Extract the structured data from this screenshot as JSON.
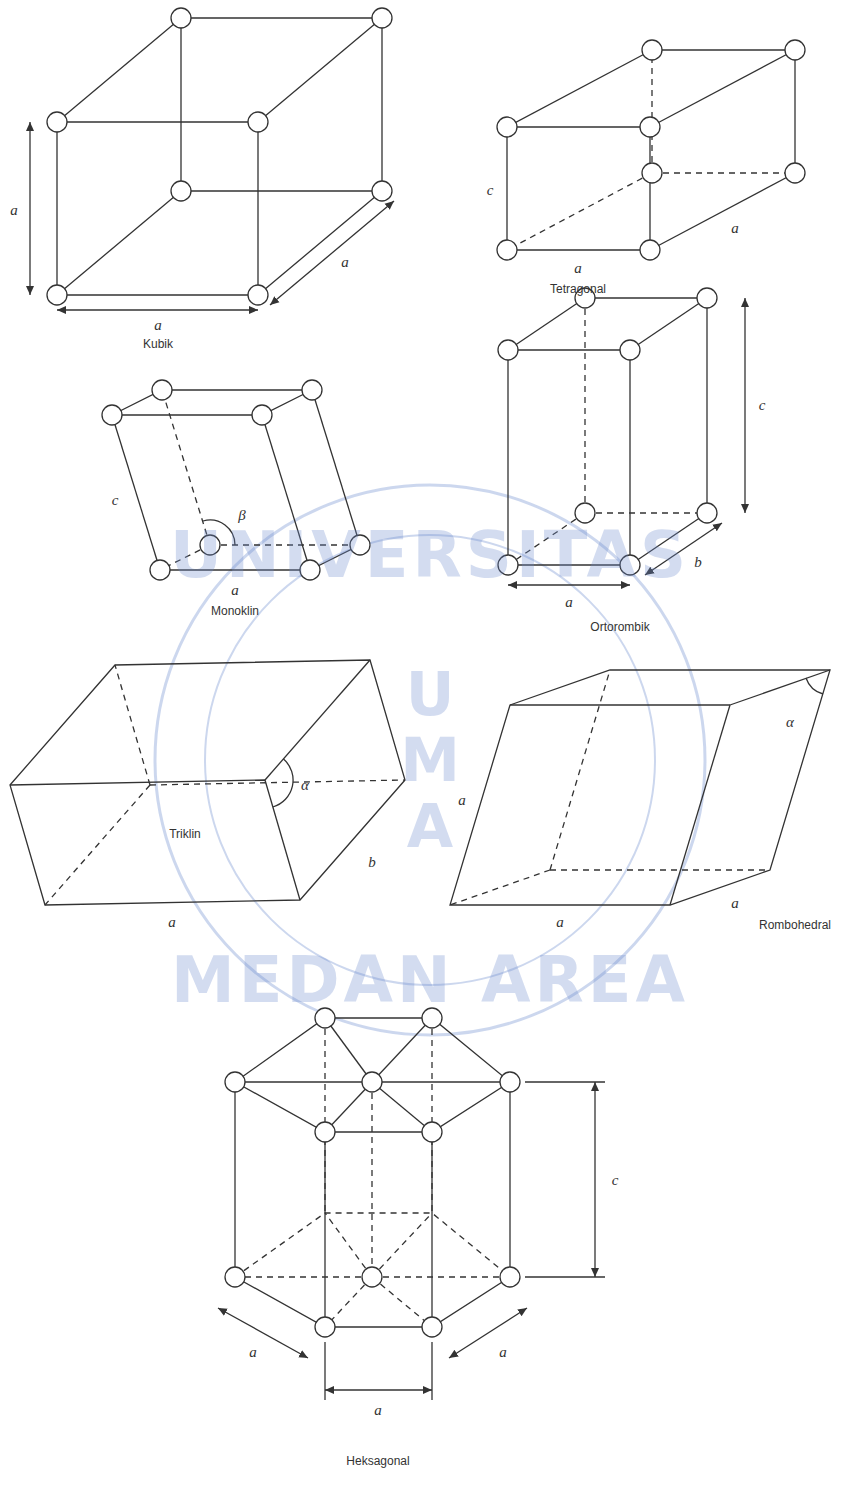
{
  "diagram": {
    "labels": [
      "a",
      "a",
      "a",
      "Kubik",
      "c",
      "a",
      "a",
      "Tetragonal",
      "c",
      "a",
      "β",
      "Monoklin",
      "c",
      "a",
      "b",
      "Ortorombik",
      "a",
      "b",
      "α",
      "Triklin",
      "a",
      "a",
      "a",
      "α",
      "Rombohedral",
      "c",
      "a",
      "a",
      "a",
      "Heksagonal",
      "UNIVERSITAS",
      "UMA",
      "MEDAN AREA"
    ]
  }
}
